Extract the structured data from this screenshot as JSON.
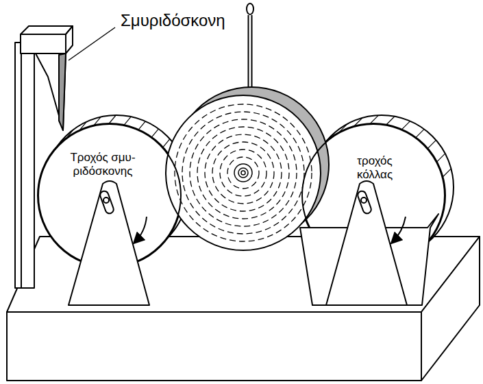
{
  "diagram": {
    "nodes": [
      {
        "text": [
          "Τροχός σμυ- ριδόσκονης"
        ]
      },
      {
        "text": [
          "τροχός κόλλας"
        ]
      }
    ],
    "labels": [
      "Σμυριδόσκονη"
    ]
  }
}
